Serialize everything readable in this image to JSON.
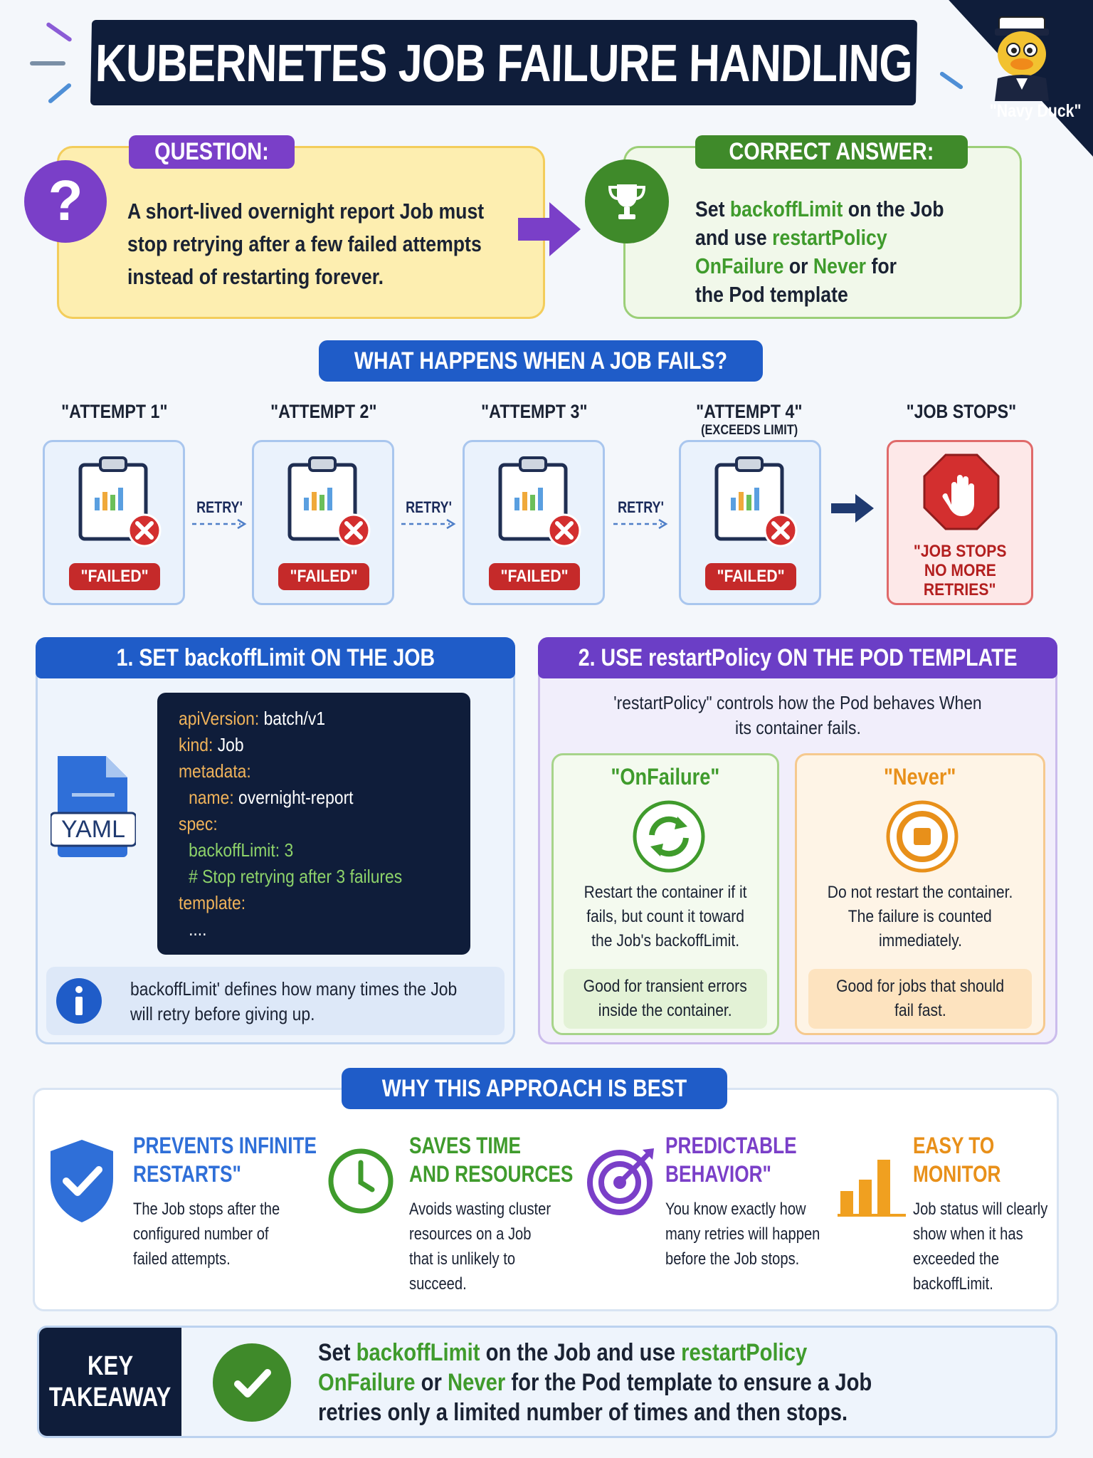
{
  "title": "KUBERNETES JOB FAILURE HANDLING",
  "mascot": {
    "label": "\"Navy Duck\""
  },
  "question": {
    "tag": "QUESTION:",
    "lines": [
      "A short-lived overnight report Job must",
      "stop retrying after a few failed attempts",
      "instead of restarting forever."
    ]
  },
  "answer": {
    "tag": "CORRECT ANSWER:",
    "line1_a": "Set ",
    "line1_b": "backoffLimit",
    "line1_c": " on the Job",
    "line2_a": "and use ",
    "line2_b": "restartPolicy",
    "line3_a": "OnFailure",
    "line3_b": " or ",
    "line3_c": "Never",
    "line3_d": " for",
    "line4": "the Pod template"
  },
  "flow": {
    "heading": "WHAT HAPPENS WHEN A JOB FAILS?",
    "attempts": [
      {
        "label": "\"ATTEMPT 1\"",
        "status": "\"FAILED\""
      },
      {
        "label": "\"ATTEMPT 2\"",
        "status": "\"FAILED\""
      },
      {
        "label": "\"ATTEMPT 3\"",
        "status": "\"FAILED\""
      },
      {
        "label": "\"ATTEMPT 4\"",
        "sublabel": "(EXCEEDS LIMIT)",
        "status": "\"FAILED\""
      }
    ],
    "retry_label": "RETRY'",
    "stop": {
      "label": "\"JOB STOPS\"",
      "lines": [
        "\"JOB STOPS",
        "NO MORE",
        "RETRIES\""
      ]
    }
  },
  "panel1": {
    "heading": "1. SET backoffLimit ON THE JOB",
    "file_label": "YAML",
    "code": [
      {
        "k": "apiVersion:",
        "v": " batch/v1"
      },
      {
        "k": "kind:",
        "v": " Job"
      },
      {
        "k": "metadata:",
        "v": ""
      },
      {
        "k": "  name:",
        "v": " overnight-report"
      },
      {
        "k": "spec:",
        "v": ""
      },
      {
        "g": "  backoffLimit: 3"
      },
      {
        "g": "    # Stop retrying after 3 failures"
      },
      {
        "k": "template:",
        "v": ""
      },
      {
        "v": "  ...."
      }
    ],
    "info_lines": [
      "backoffLimit' defines how many times the Job",
      "will retry before giving up."
    ]
  },
  "panel2": {
    "heading": "2. USE restartPolicy ON THE POD TEMPLATE",
    "intro": [
      "'restartPolicy\" controls how the Pod behaves When",
      "its container fails."
    ],
    "options": [
      {
        "title": "\"OnFailure\"",
        "desc": [
          "Restart the container if it",
          "fails, but count it toward",
          "the Job's backoffLimit."
        ],
        "note": [
          "Good for transient errors",
          "inside the container."
        ]
      },
      {
        "title": "\"Never\"",
        "desc": [
          "Do not restart the container.",
          "The failure is counted",
          "immediately."
        ],
        "note": [
          "Good for jobs that should",
          "fail fast."
        ]
      }
    ]
  },
  "benefits": {
    "heading": "WHY THIS APPROACH IS BEST",
    "items": [
      {
        "title": [
          "PREVENTS INFINITE",
          "RESTARTS\""
        ],
        "text": [
          "The Job stops after the",
          "configured number of",
          "failed attempts."
        ]
      },
      {
        "title": [
          "SAVES TIME",
          "AND RESOURCES"
        ],
        "text": [
          "Avoids wasting cluster",
          "resources on a Job",
          "that is unlikely to",
          "succeed."
        ]
      },
      {
        "title": [
          "PREDICTABLE",
          "BEHAVIOR\""
        ],
        "text": [
          "You know exactly how",
          "many retries will happen",
          "before the Job stops."
        ]
      },
      {
        "title": [
          "EASY TO",
          "MONITOR"
        ],
        "text": [
          "Job status will clearly",
          "show when it has",
          "exceeded the",
          "backoffLimit."
        ]
      }
    ]
  },
  "takeaway": {
    "side": [
      "KEY",
      "TAKEAWAY"
    ],
    "l1_a": "Set ",
    "l1_b": "backoffLimit",
    "l1_c": " on the Job and use ",
    "l1_d": "restartPolicy",
    "l2_a": "OnFailure",
    "l2_b": " or ",
    "l2_c": "Never",
    "l2_d": " for the Pod template to ensure a Job",
    "l3": "retries only a limited number of times and then stops."
  },
  "colors": {
    "navy": "#0f1d3a",
    "blue": "#1f5cc8",
    "purple": "#6b3ec6",
    "green": "#3f9b2c",
    "red": "#c52a2a",
    "orange": "#e8901a"
  }
}
